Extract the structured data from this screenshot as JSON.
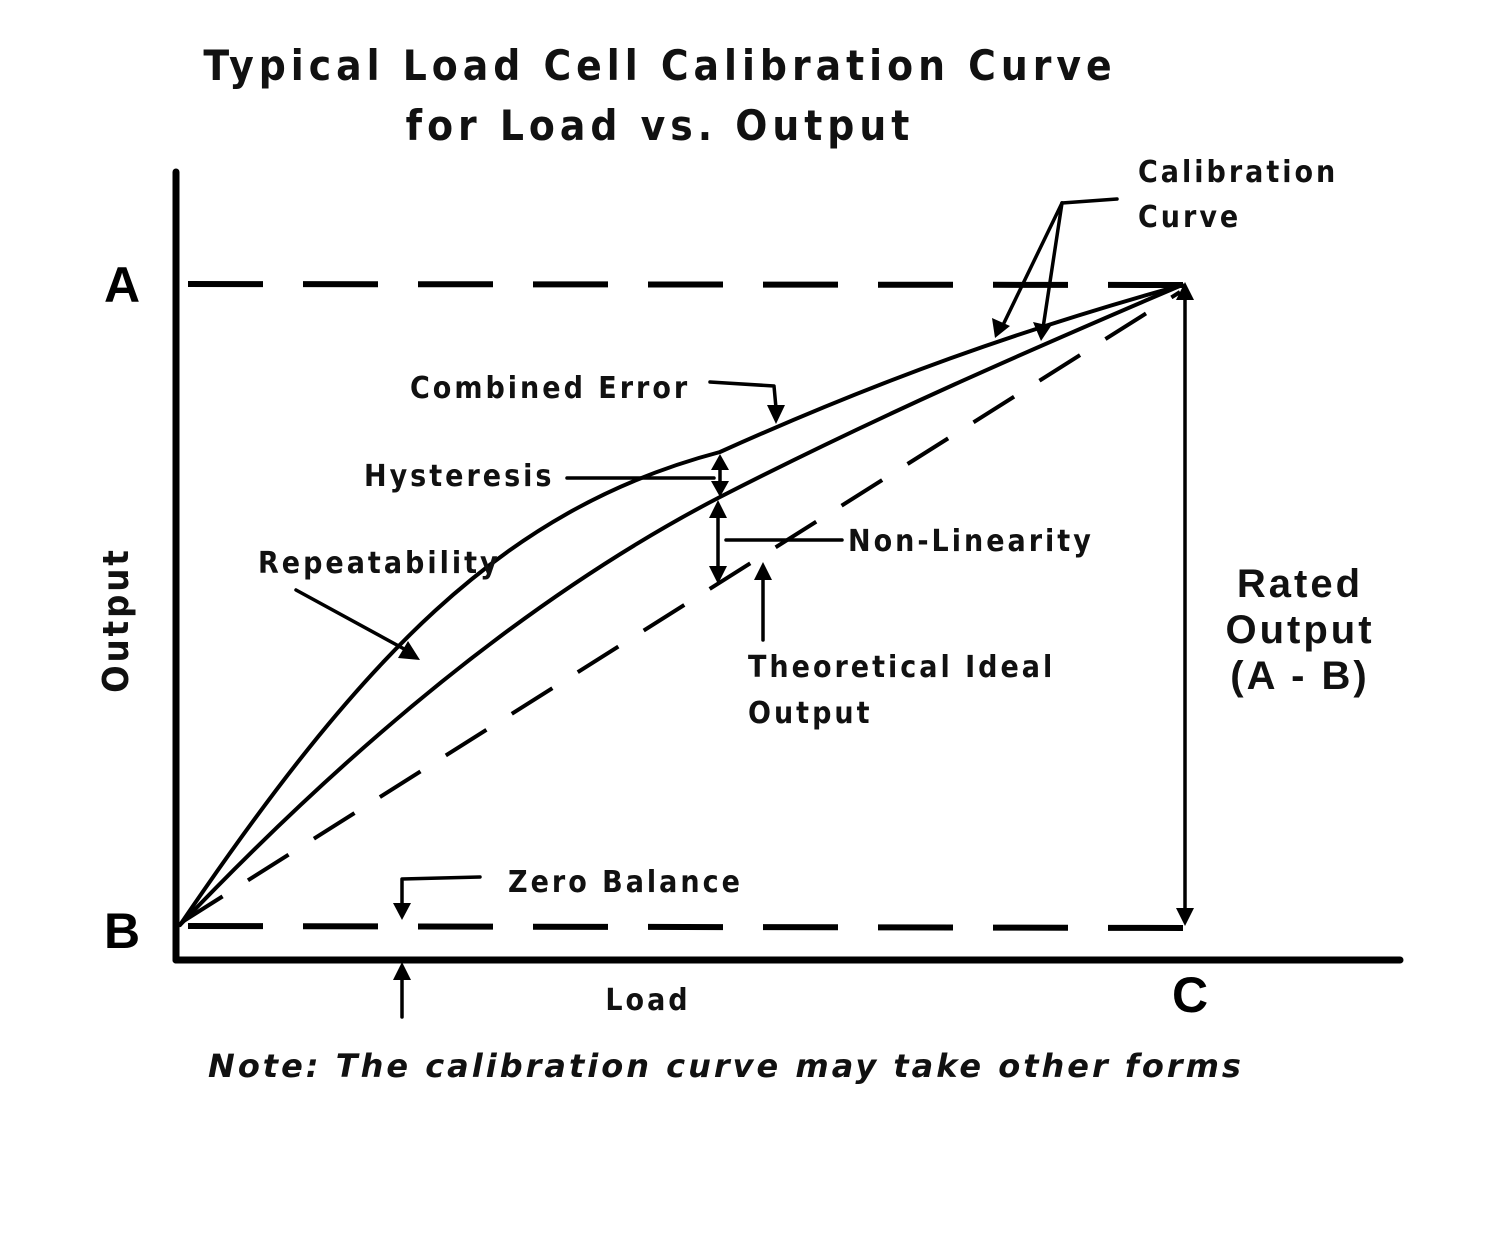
{
  "title": {
    "line1": "Typical Load Cell Calibration Curve",
    "line2": "for Load vs. Output"
  },
  "axes": {
    "y_label": "Output",
    "x_label": "Load"
  },
  "corners": {
    "a": "A",
    "b": "B",
    "c": "C"
  },
  "labels": {
    "calibration_curve_line1": "Calibration",
    "calibration_curve_line2": "Curve",
    "combined_error": "Combined Error",
    "hysteresis": "Hysteresis",
    "repeatability": "Repeatability",
    "non_linearity": "Non-Linearity",
    "theoretical_line1": "Theoretical Ideal",
    "theoretical_line2": "Output",
    "zero_balance": "Zero Balance",
    "rated_line1": "Rated",
    "rated_line2": "Output",
    "rated_line3": "(A - B)"
  },
  "note": "Note: The calibration curve may take other forms"
}
